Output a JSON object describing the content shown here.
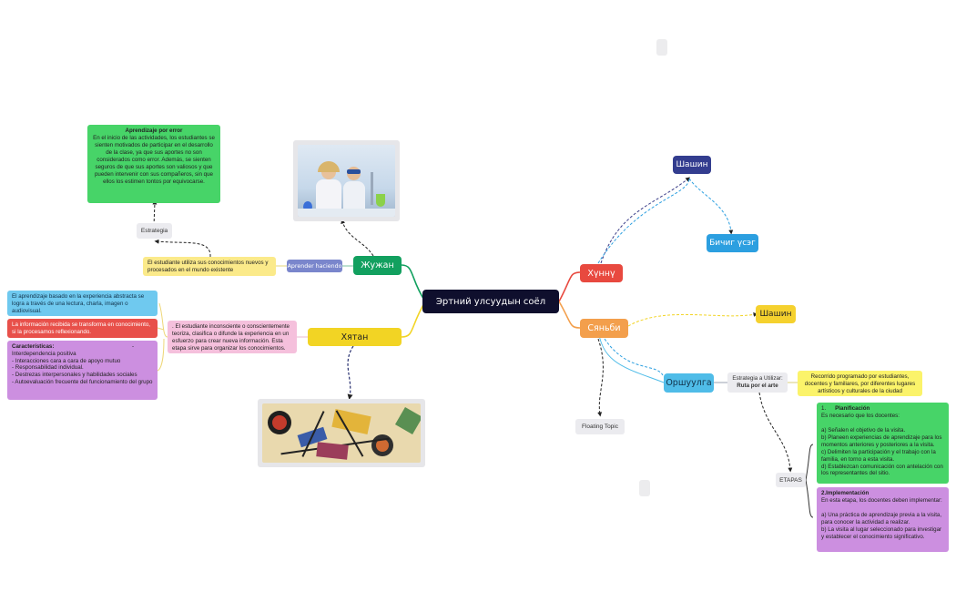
{
  "central": "Эртний улсуудын соёл",
  "topics": {
    "zhuzhan": "Жужан",
    "khyatan": "Хятан",
    "khunnu": "Хүннү",
    "syanbi": "Сяньби",
    "orshuulga": "Оршуулга",
    "shashin1": "Шашин",
    "bichig": "Бичиг үсэг",
    "shashin2": "Шашин"
  },
  "labels": {
    "aprender": "Aprender haciendo",
    "estrategia": "Estrategia",
    "estrategia_ruta_1": "Estrategia a Utilizar:",
    "estrategia_ruta_2": "Ruta por el arte",
    "floating": "Floating Topic",
    "etapas": "ETAPAS"
  },
  "cards": {
    "aprendizaje_title": "Aprendizaje por error",
    "aprendizaje_body": "En el inicio de las actividades, los estudiantes se sienten motivados de participar en el desarrollo de la clase, ya que sus aportes no son considerados como error. Además, se sienten seguros de que sus aportes son valiosos y que pueden intervenir con sus compañeros, sin que ellos los estimen tontos por equivocarse.",
    "utiliza": "El estudiante utiliza sus conocimientos nuevos y procesados en el mundo existente",
    "inconsciente": ". El estudiante inconsciente o conscientemente teoriza, clasifica o difunde la experiencia en un esfuerzo para crear nueva información. Esta etapa sirve para organizar los conocimientos.",
    "abstracta": "El aprendizaje basado en la experiencia abstracta se logra a través de una lectura, charla, imagen o audiovisual.",
    "transforma": "La información recibida se transforma en conocimiento, si la procesamos reflexionando.",
    "caract_title": "Características:",
    "caract_dash": "-",
    "caract_body": "Interdependencia positiva\n-      Interacciones cara a cara de apoyo mutuo\n-      Responsabilidad individual.\n-      Destrezas interpersonales y habilidades sociales\n-      Autoevaluación frecuente del funcionamiento del grupo",
    "recorrido": "Recorrido programado por estudiantes, docentes y familiares, por diferentes lugares artísticos y culturales de la ciudad",
    "plan_num": "1.",
    "plan_title": "Planificación",
    "plan_body": "Es necesario que los docentes:\n\na) Señalen el objetivo de la visita.\nb) Planeen experiencias de aprendizaje para los momentos anteriores y posteriores a la visita.\nc) Delimiten la participación y el trabajo con la familia, en torno a esta visita.\nd) Establezcan comunicación con antelación con los representantes del sitio.",
    "impl_title": "2.Implementación",
    "impl_body": "En esta etapa, los docentes deben implementar:\n\na) Una práctica de aprendizaje previa a la visita, para conocer la actividad a realizar.\nb) La visita al lugar seleccionado para investigar y establecer el conocimiento significativo."
  },
  "colors": {
    "central": "#0f0f2d",
    "zhuzhan": "#12a05f",
    "khyatan": "#f2d424",
    "khunnu": "#e8493f",
    "syanbi": "#f39f4c",
    "orshuulga": "#4fbce8",
    "shashin1": "#333d8f",
    "bichig": "#2c9fe0",
    "shashin2": "#f5d12e",
    "aprender": "#7a86cc",
    "green_card": "#47d468",
    "yellow_card": "#fbea8a",
    "pink_card": "#f5c0dc",
    "blue_card": "#6fc9ef",
    "red_card": "#e8504a",
    "purple_card": "#cc8fe0"
  },
  "images": [
    "children-lab-photo",
    "abstract-painting"
  ]
}
